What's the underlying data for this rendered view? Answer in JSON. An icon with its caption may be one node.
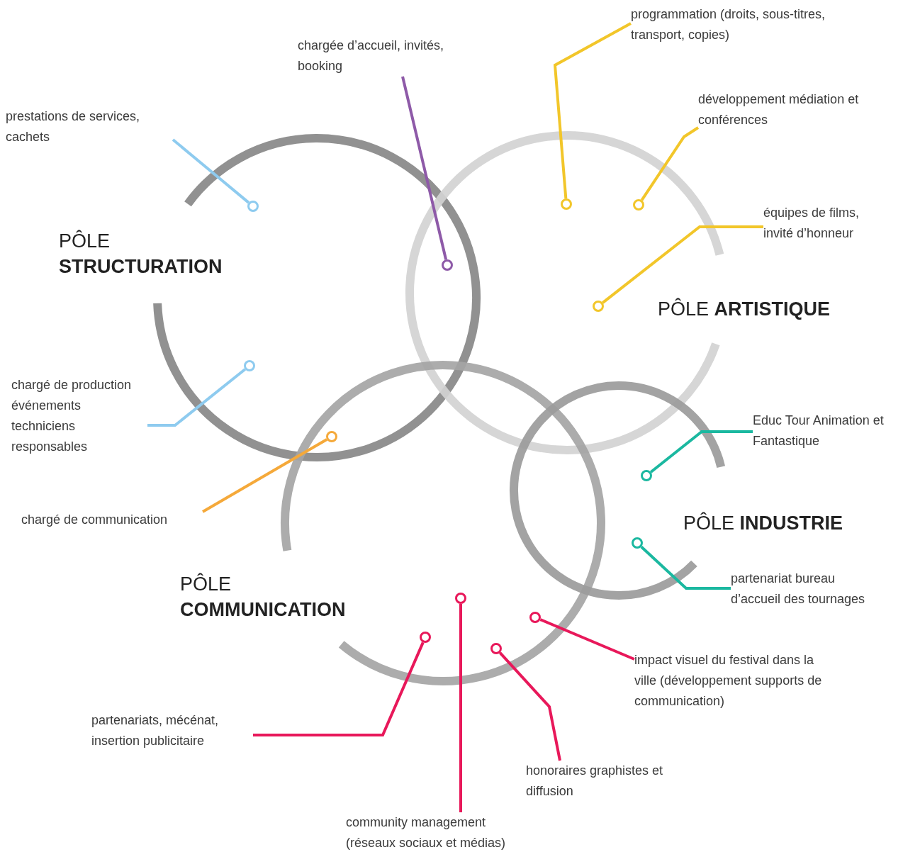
{
  "diagram": {
    "nodes": [
      {
        "text": [],
        "shape": "circle",
        "beside": [
          "PÔLE **STRUCTURATION**"
        ]
      },
      {
        "text": [],
        "shape": "circle",
        "beside": [
          "PÔLE **ARTISTIQUE**"
        ]
      },
      {
        "text": [],
        "shape": "circle",
        "beside": [
          "PÔLE **COMMUNICATION**"
        ]
      },
      {
        "text": [],
        "shape": "circle",
        "beside": [
          "PÔLE **INDUSTRIE**"
        ]
      },
      {
        "text": [
          "prestations de services, cachets"
        ]
      },
      {
        "text": [],
        "shape": "circle",
        "in": 0
      },
      {
        "text": [
          "chargée d’accueil, invités, booking"
        ]
      },
      {
        "text": [],
        "shape": "circle"
      },
      {
        "text": [
          "programmation (droits, sous-titres, transport, copies)"
        ]
      },
      {
        "text": [],
        "shape": "circle",
        "in": 1
      },
      {
        "text": [
          "développement médiation et conférences"
        ]
      },
      {
        "text": [],
        "shape": "circle",
        "in": 1
      },
      {
        "text": [
          "équipes de films, invité d’honneur"
        ]
      },
      {
        "text": [],
        "shape": "circle",
        "in": 1
      },
      {
        "text": [
          "chargé de production événements techniciens responsables"
        ]
      },
      {
        "text": [],
        "shape": "circle",
        "in": 0
      },
      {
        "text": [
          "chargé de communication"
        ]
      },
      {
        "text": [],
        "shape": "circle"
      },
      {
        "text": [
          "Educ Tour Animation et Fantastique"
        ]
      },
      {
        "text": [],
        "shape": "circle",
        "in": 3
      },
      {
        "text": [
          "partenariat bureau d’accueil des tournages"
        ]
      },
      {
        "text": [],
        "shape": "circle",
        "in": 3
      },
      {
        "text": [
          "partenariats, mécénat, insertion publicitaire"
        ]
      },
      {
        "text": [],
        "shape": "circle",
        "in": 2
      },
      {
        "text": [
          "community management (réseaux sociaux et médias)"
        ]
      },
      {
        "text": [],
        "shape": "circle",
        "in": 2
      },
      {
        "text": [
          "honoraires graphistes et diffusion"
        ]
      },
      {
        "text": [],
        "shape": "circle",
        "in": 2
      },
      {
        "text": [
          "impact visuel du festival dans la ville (développement supports de communication)"
        ]
      },
      {
        "text": [],
        "shape": "circle",
        "in": 2
      }
    ],
    "edges": [
      {
        "from": 4,
        "to": 5,
        "arrow": "none",
        "color": "#8ecbef"
      },
      {
        "from": 6,
        "to": 7,
        "arrow": "none",
        "color": "#8e5aa8"
      },
      {
        "from": 8,
        "to": 9,
        "arrow": "none",
        "color": "#f2c62a"
      },
      {
        "from": 10,
        "to": 11,
        "arrow": "none",
        "color": "#f2c62a"
      },
      {
        "from": 12,
        "to": 13,
        "arrow": "none",
        "color": "#f2c62a"
      },
      {
        "from": 14,
        "to": 15,
        "arrow": "none",
        "color": "#8ecbef"
      },
      {
        "from": 16,
        "to": 17,
        "arrow": "none",
        "color": "#f5a93a"
      },
      {
        "from": 18,
        "to": 19,
        "arrow": "none",
        "color": "#1bb8a0"
      },
      {
        "from": 20,
        "to": 21,
        "arrow": "none",
        "color": "#1bb8a0"
      },
      {
        "from": 22,
        "to": 23,
        "arrow": "none",
        "color": "#e8185a"
      },
      {
        "from": 24,
        "to": 25,
        "arrow": "none",
        "color": "#e8185a"
      },
      {
        "from": 26,
        "to": 27,
        "arrow": "none",
        "color": "#e8185a"
      },
      {
        "from": 28,
        "to": 29,
        "arrow": "none",
        "color": "#e8185a"
      }
    ]
  }
}
